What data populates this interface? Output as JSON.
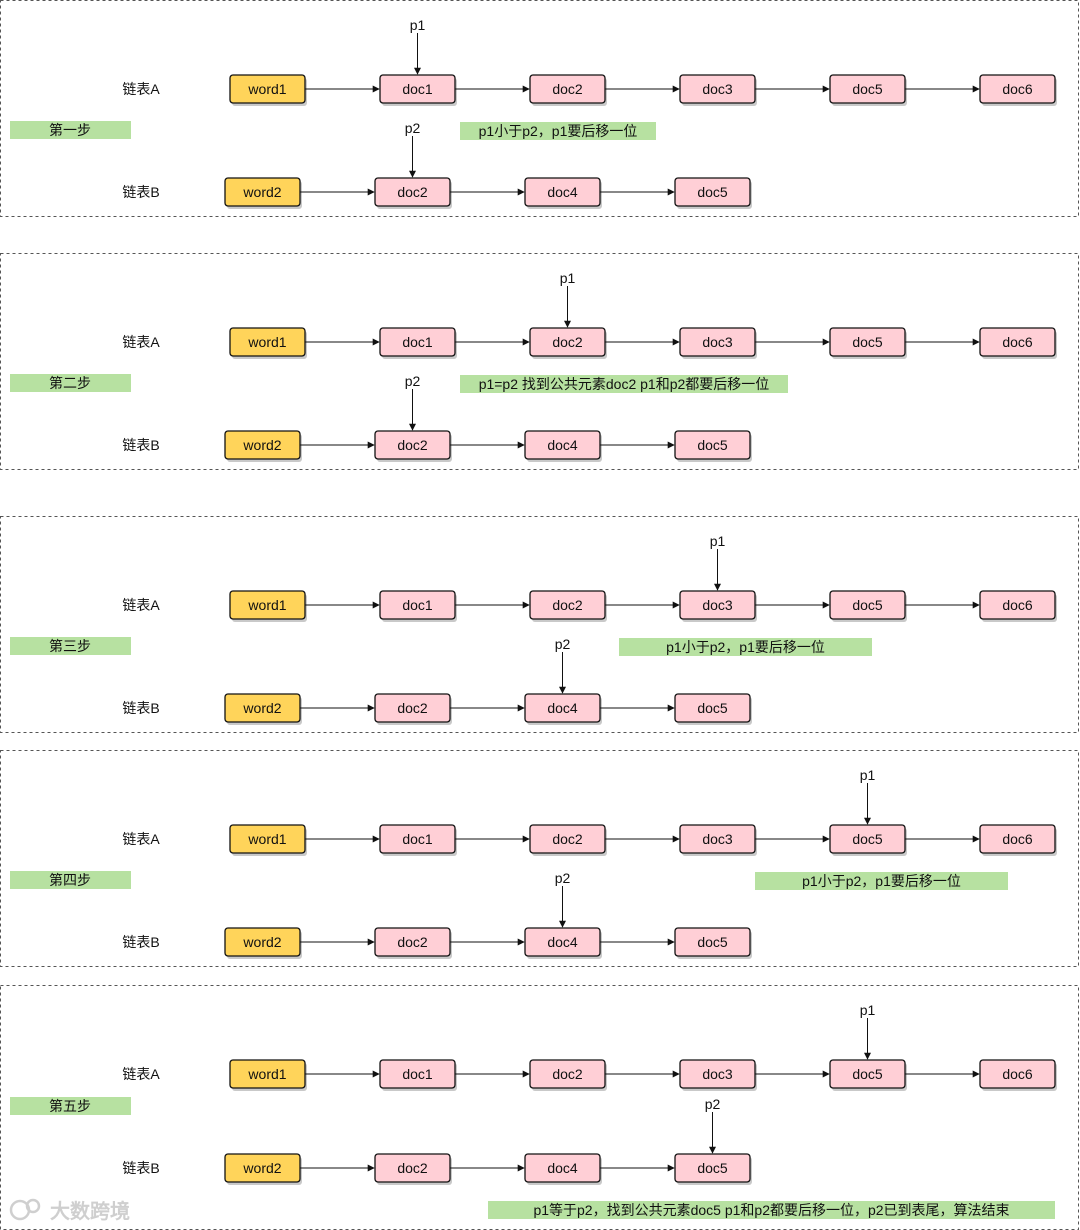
{
  "watermark": "大数跨境",
  "panels": [
    {
      "step_label": "第一步",
      "list_a": {
        "label": "链表A",
        "nodes": [
          "word1",
          "doc1",
          "doc2",
          "doc3",
          "doc5",
          "doc6"
        ]
      },
      "list_b": {
        "label": "链表B",
        "nodes": [
          "word2",
          "doc2",
          "doc4",
          "doc5"
        ]
      },
      "p1": {
        "label": "p1",
        "node": 1
      },
      "p2": {
        "label": "p2",
        "node": 1
      },
      "note": "p1小于p2，p1要后移一位"
    },
    {
      "step_label": "第二步",
      "list_a": {
        "label": "链表A",
        "nodes": [
          "word1",
          "doc1",
          "doc2",
          "doc3",
          "doc5",
          "doc6"
        ]
      },
      "list_b": {
        "label": "链表B",
        "nodes": [
          "word2",
          "doc2",
          "doc4",
          "doc5"
        ]
      },
      "p1": {
        "label": "p1",
        "node": 2
      },
      "p2": {
        "label": "p2",
        "node": 1
      },
      "note": "p1=p2 找到公共元素doc2 p1和p2都要后移一位"
    },
    {
      "step_label": "第三步",
      "list_a": {
        "label": "链表A",
        "nodes": [
          "word1",
          "doc1",
          "doc2",
          "doc3",
          "doc5",
          "doc6"
        ]
      },
      "list_b": {
        "label": "链表B",
        "nodes": [
          "word2",
          "doc2",
          "doc4",
          "doc5"
        ]
      },
      "p1": {
        "label": "p1",
        "node": 3
      },
      "p2": {
        "label": "p2",
        "node": 2
      },
      "note": "p1小于p2，p1要后移一位"
    },
    {
      "step_label": "第四步",
      "list_a": {
        "label": "链表A",
        "nodes": [
          "word1",
          "doc1",
          "doc2",
          "doc3",
          "doc5",
          "doc6"
        ]
      },
      "list_b": {
        "label": "链表B",
        "nodes": [
          "word2",
          "doc2",
          "doc4",
          "doc5"
        ]
      },
      "p1": {
        "label": "p1",
        "node": 4
      },
      "p2": {
        "label": "p2",
        "node": 2
      },
      "note": "p1小于p2，p1要后移一位"
    },
    {
      "step_label": "第五步",
      "list_a": {
        "label": "链表A",
        "nodes": [
          "word1",
          "doc1",
          "doc2",
          "doc3",
          "doc5",
          "doc6"
        ]
      },
      "list_b": {
        "label": "链表B",
        "nodes": [
          "word2",
          "doc2",
          "doc4",
          "doc5"
        ]
      },
      "p1": {
        "label": "p1",
        "node": 4
      },
      "p2": {
        "label": "p2",
        "node": 3
      },
      "note": "p1等于p2，找到公共元素doc5 p1和p2都要后移一位，p2已到表尾，算法结束"
    }
  ]
}
